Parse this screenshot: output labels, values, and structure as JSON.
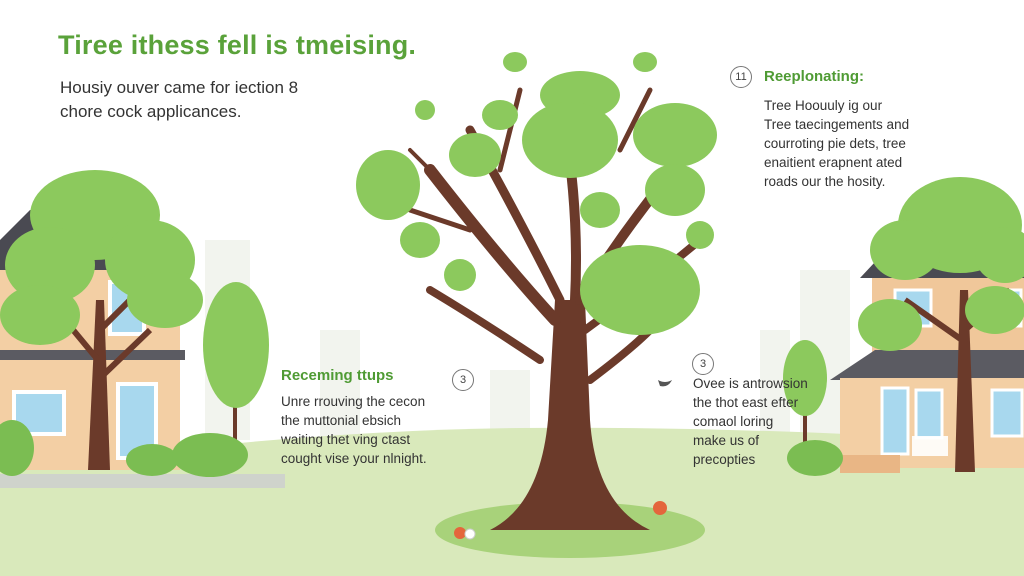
{
  "title": "Tiree ithess fell is tmeising.",
  "intro": {
    "line1": "Housiy ouver came for iection 8",
    "line2": "chore cock applicances."
  },
  "callout_replanting": {
    "number": "11",
    "heading": "Reeplonating:",
    "lines": [
      "Tree Hoouuly ig our",
      "Tree taecingements and",
      "courroting pie dets, tree",
      "enaitient erapnent ated",
      "roads our the hosity."
    ]
  },
  "callout_removing": {
    "number": "3",
    "heading": "Receming ttups",
    "lines": [
      "Unre rrouving the cecon",
      "the muttonial ebsich",
      "waiting thet ving ctast",
      "cought vise your nlnight."
    ]
  },
  "callout_right": {
    "number": "3",
    "lines": [
      "Ovee is antrowsion",
      "the thot east efter",
      "comaol loring",
      "make us of",
      "precopties"
    ]
  },
  "colors": {
    "title_green": "#5aa23a",
    "leaf_green": "#8cc95d",
    "trunk_brown": "#6b3a2a",
    "grass": "#d8e9b8",
    "house_wall": "#f3cfa4"
  },
  "icons": [
    "tree-icon",
    "house-icon",
    "bush-icon",
    "apple-icon",
    "bird-icon"
  ]
}
